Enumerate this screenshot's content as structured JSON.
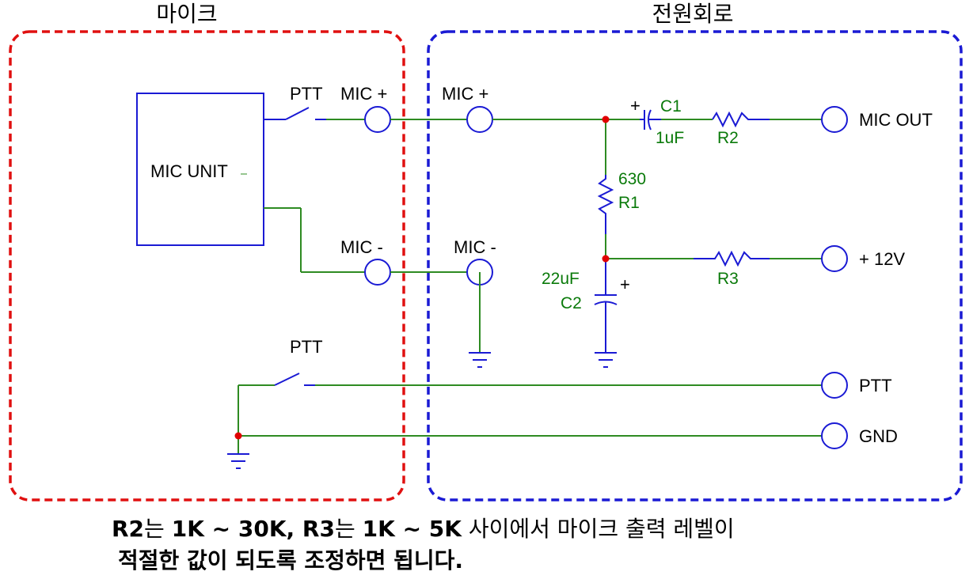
{
  "sections": {
    "mic_title": "마이크",
    "power_title": "전원회로"
  },
  "colors": {
    "mic_border": "#e01010",
    "power_border": "#1a1ad4",
    "wire": "#2e8b22",
    "component": "#1a1ad4",
    "node": "#e00000",
    "value_label": "#0a7a0a"
  },
  "labels": {
    "mic_unit": "MIC UNIT",
    "ptt_top": "PTT",
    "ptt_bottom": "PTT",
    "mic_plus_left": "MIC +",
    "mic_plus_right": "MIC +",
    "mic_minus_left": "MIC -",
    "mic_minus_right": "MIC -",
    "c1": "C1",
    "c1_value": "1uF",
    "c1_polarity": "+",
    "r2": "R2",
    "r1_value": "630",
    "r1": "R1",
    "c2_value": "22uF",
    "c2": "C2",
    "c2_polarity": "+",
    "r3": "R3",
    "out_mic": "MIC OUT",
    "out_12v": "+ 12V",
    "out_ptt": "PTT",
    "out_gnd": "GND"
  },
  "note": {
    "line1_parts": [
      "R2",
      "는 ",
      "1K ~ 30K",
      ",  ",
      "R3",
      "는 ",
      "1K ~ 5K",
      " 사이에서 마이크 출력 레벨이"
    ],
    "line2": "적절한 값이 되도록 조정하면 됩니다."
  }
}
